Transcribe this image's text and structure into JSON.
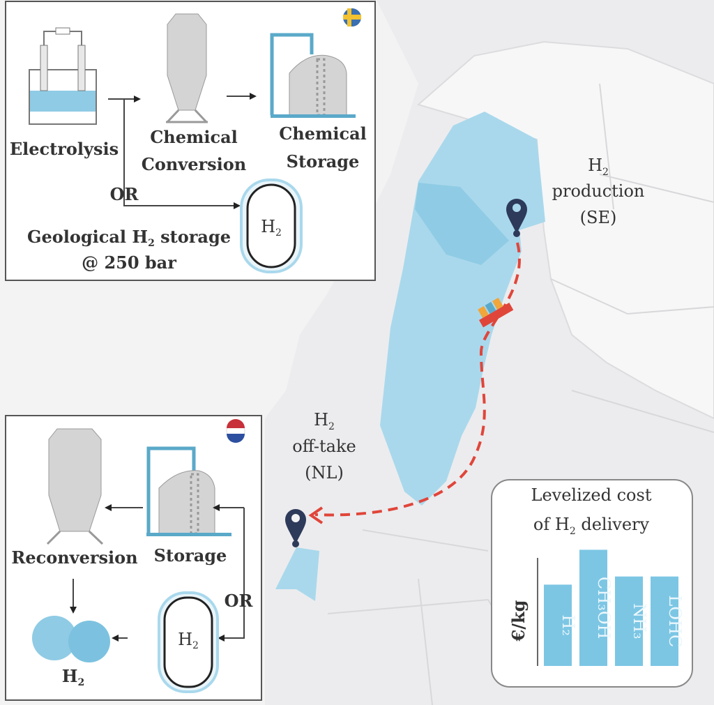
{
  "production_panel": {
    "electrolysis": "Electrolysis",
    "conversion_1": "Chemical",
    "conversion_2": "Conversion",
    "storage_1": "Chemical",
    "storage_2": "Storage",
    "or": "OR",
    "geo_1a": "Geological H",
    "geo_1sub": "2",
    "geo_1b": " storage",
    "geo_2": "@ 250 bar",
    "tank_h": "H",
    "tank_sub": "2",
    "flag": "sweden-flag"
  },
  "offtake_panel": {
    "reconversion": "Reconversion",
    "storage": "Storage",
    "or": "OR",
    "tank_h": "H",
    "tank_sub": "2",
    "product_h": "H",
    "product_sub": "2",
    "flag": "netherlands-flag"
  },
  "map_labels": {
    "production_h": "H",
    "production_sub": "2",
    "production_1": "production",
    "production_2": "(SE)",
    "offtake_h": "H",
    "offtake_sub": "2",
    "offtake_1": "off-take",
    "offtake_2": "(NL)"
  },
  "colors": {
    "land_highlight": "#a9d8ec",
    "accent_blue": "#5aa9c9",
    "route": "#e0453a",
    "pin": "#2d3a5a"
  },
  "chart_data": {
    "type": "bar",
    "title_1": "Levelized cost",
    "title_2a": "of  H",
    "title_2sub": "2",
    "title_2b": " delivery",
    "ylabel": "€/kg",
    "categories": [
      "H₂",
      "CH₃OH",
      "NH₃",
      "LOHC"
    ],
    "values": [
      0.7,
      1.0,
      0.77,
      0.77
    ],
    "ylim": [
      0,
      1.2
    ]
  }
}
